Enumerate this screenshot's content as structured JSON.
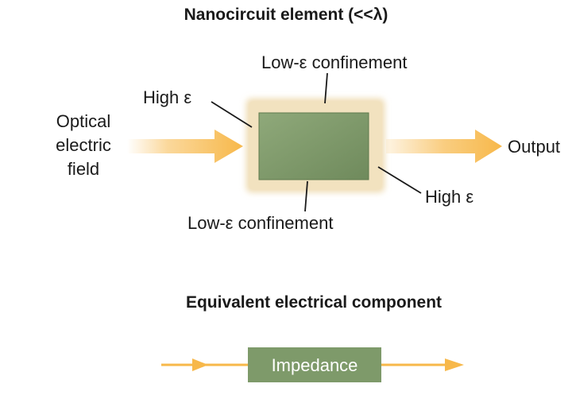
{
  "top_title": "Nanocircuit element (<<λ)",
  "labels": {
    "low_eps_top": "Low-ε confinement",
    "low_eps_bottom": "Low-ε confinement",
    "high_eps_left": "High ε",
    "high_eps_right": "High ε",
    "optical_field": [
      "Optical",
      "electric",
      "field"
    ],
    "output": "Output"
  },
  "bottom_title": "Equivalent electrical component",
  "component": {
    "label": "Impedance"
  },
  "colors": {
    "arrow": "#f7b84a",
    "halo": "#f0dfb8",
    "core": "#7e9a6a",
    "component_box": "#7e9a6a"
  }
}
